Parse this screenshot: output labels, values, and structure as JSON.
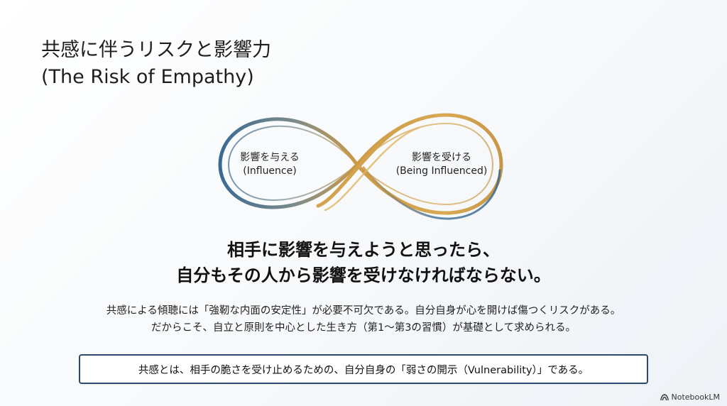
{
  "title": {
    "line1": "共感に伴うリスクと影響力",
    "line2": "(The Risk of Empathy)"
  },
  "loop": {
    "left_label": "影響を与える",
    "left_sub": "(Influence)",
    "right_label": "影響を受ける",
    "right_sub": "(Being Influenced)",
    "colors": {
      "blue": "#3a6a93",
      "gold": "#cc9a45"
    }
  },
  "headline": {
    "line1": "相手に影響を与えようと思ったら、",
    "line2": "自分もその人から影響を受けなければならない。"
  },
  "body": {
    "line1": "共感による傾聴には「強靭な内面の安定性」が必要不可欠である。自分自身が心を開けば傷つくリスクがある。",
    "line2": "だからこそ、自立と原則を中心とした生き方（第1〜第3の習慣）が基礎として求められる。"
  },
  "callout": {
    "text": "共感とは、相手の脆さを受け止めるための、自分自身の「弱さの開示（Vulnerability）」である。",
    "border_color": "#2d4a6e"
  },
  "brand": {
    "name": "NotebookLM",
    "icon": "notebooklm-logo-icon"
  }
}
